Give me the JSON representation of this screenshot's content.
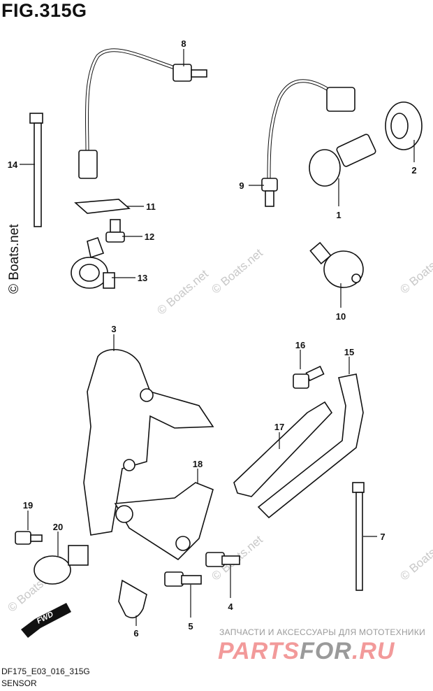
{
  "figure": {
    "title": "FIG.315G",
    "code": "DF175_E03_016_315G",
    "name": "SENSOR"
  },
  "callouts": [
    "1",
    "2",
    "3",
    "4",
    "5",
    "6",
    "7",
    "8",
    "9",
    "10",
    "11",
    "12",
    "13",
    "14",
    "15",
    "16",
    "17",
    "18",
    "19",
    "20"
  ],
  "fwd_label": "FWD",
  "watermarks": {
    "boats": "© Boats.net"
  },
  "branding": {
    "subtitle": "ЗАПЧАСТИ И АКСЕССУАРЫ ДЛЯ МОТОТЕХНИКИ",
    "logo_a": "PARTS",
    "logo_b": "FOR",
    "logo_c": ".RU"
  }
}
